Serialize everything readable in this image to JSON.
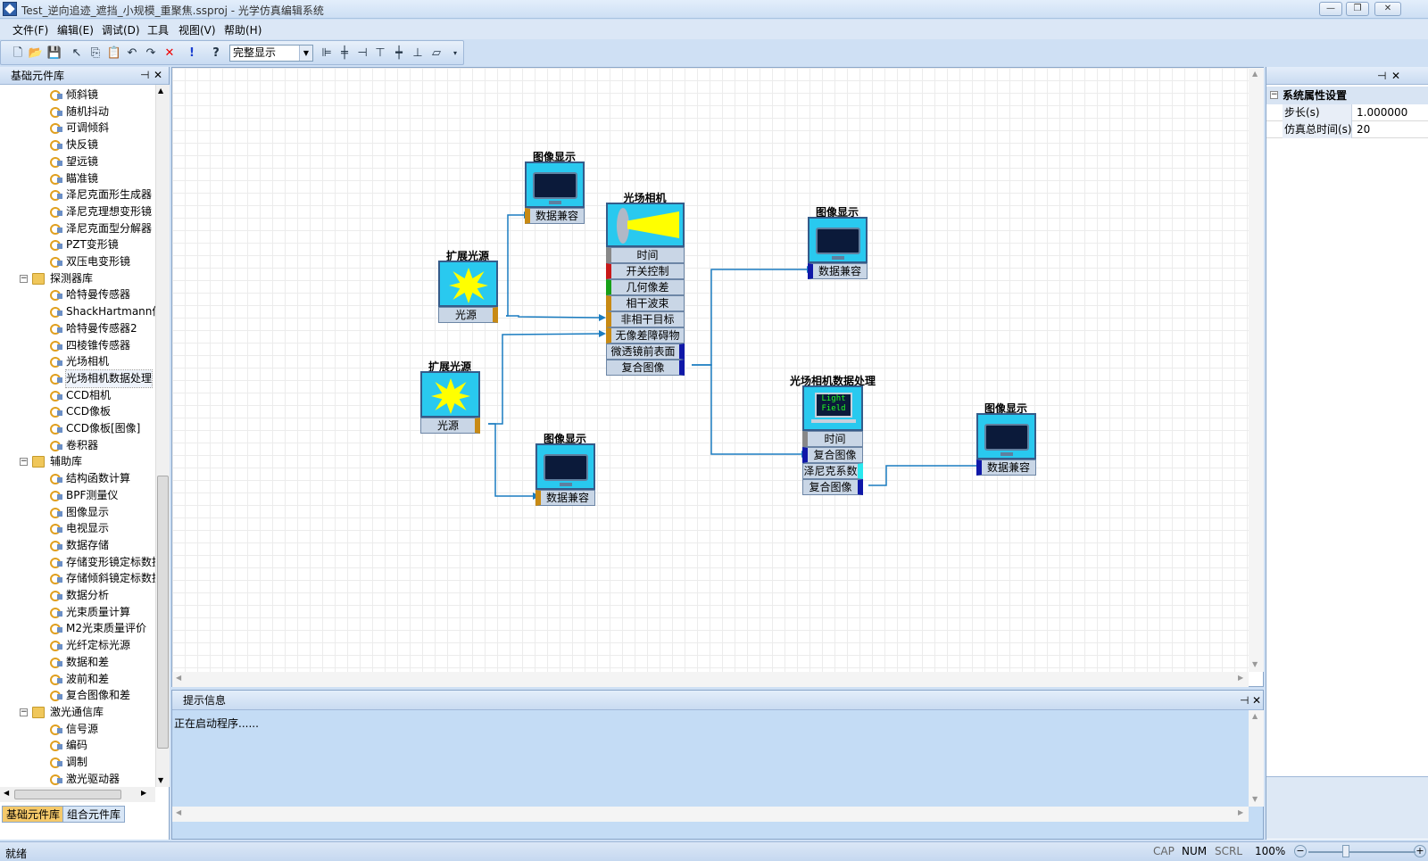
{
  "window": {
    "title": "Test_逆向追迹_遮挡_小规模_重聚焦.ssproj - 光学仿真编辑系统",
    "min": "—",
    "max": "❐",
    "close": "✕"
  },
  "menu": [
    "文件(F)",
    "编辑(E)",
    "调试(D)",
    "工具",
    "视图(V)",
    "帮助(H)"
  ],
  "toolbar": {
    "zoom_mode": "完整显示"
  },
  "left_panel": {
    "title": "基础元件库",
    "tree": [
      {
        "label": "倾斜镜",
        "type": "leaf"
      },
      {
        "label": "随机抖动",
        "type": "leaf"
      },
      {
        "label": "可调倾斜",
        "type": "leaf"
      },
      {
        "label": "快反镜",
        "type": "leaf"
      },
      {
        "label": "望远镜",
        "type": "leaf"
      },
      {
        "label": "瞄准镜",
        "type": "leaf"
      },
      {
        "label": "泽尼克面形生成器",
        "type": "leaf"
      },
      {
        "label": "泽尼克理想变形镜",
        "type": "leaf"
      },
      {
        "label": "泽尼克面型分解器",
        "type": "leaf"
      },
      {
        "label": "PZT变形镜",
        "type": "leaf"
      },
      {
        "label": "双压电变形镜",
        "type": "leaf"
      },
      {
        "label": "探测器库",
        "type": "folder"
      },
      {
        "label": "哈特曼传感器",
        "type": "leaf"
      },
      {
        "label": "ShackHartmann传",
        "type": "leaf"
      },
      {
        "label": "哈特曼传感器2",
        "type": "leaf"
      },
      {
        "label": "四棱锥传感器",
        "type": "leaf"
      },
      {
        "label": "光场相机",
        "type": "leaf"
      },
      {
        "label": "光场相机数据处理",
        "type": "leaf",
        "selected": true
      },
      {
        "label": "CCD相机",
        "type": "leaf"
      },
      {
        "label": "CCD像板",
        "type": "leaf"
      },
      {
        "label": "CCD像板[图像]",
        "type": "leaf"
      },
      {
        "label": "卷积器",
        "type": "leaf"
      },
      {
        "label": "辅助库",
        "type": "folder"
      },
      {
        "label": "结构函数计算",
        "type": "leaf"
      },
      {
        "label": "BPF测量仪",
        "type": "leaf"
      },
      {
        "label": "图像显示",
        "type": "leaf"
      },
      {
        "label": "电视显示",
        "type": "leaf"
      },
      {
        "label": "数据存储",
        "type": "leaf"
      },
      {
        "label": "存储变形镜定标数据",
        "type": "leaf"
      },
      {
        "label": "存储倾斜镜定标数据",
        "type": "leaf"
      },
      {
        "label": "数据分析",
        "type": "leaf"
      },
      {
        "label": "光束质量计算",
        "type": "leaf"
      },
      {
        "label": "M2光束质量评价",
        "type": "leaf"
      },
      {
        "label": "光纤定标光源",
        "type": "leaf"
      },
      {
        "label": "数据和差",
        "type": "leaf"
      },
      {
        "label": "波前和差",
        "type": "leaf"
      },
      {
        "label": "复合图像和差",
        "type": "leaf"
      },
      {
        "label": "激光通信库",
        "type": "folder"
      },
      {
        "label": "信号源",
        "type": "leaf"
      },
      {
        "label": "编码",
        "type": "leaf"
      },
      {
        "label": "调制",
        "type": "leaf"
      },
      {
        "label": "激光驱动器",
        "type": "leaf"
      }
    ],
    "tabs": [
      "基础元件库",
      "组合元件库"
    ]
  },
  "diagram": {
    "img1": {
      "title": "图像显示",
      "port": "数据兼容"
    },
    "img2": {
      "title": "图像显示",
      "port": "数据兼容"
    },
    "img3": {
      "title": "图像显示",
      "port": "数据兼容"
    },
    "img4": {
      "title": "图像显示",
      "port": "数据兼容"
    },
    "src1": {
      "title": "扩展光源",
      "port": "光源"
    },
    "src2": {
      "title": "扩展光源",
      "port": "光源"
    },
    "camera": {
      "title": "光场相机",
      "ports": [
        "时间",
        "开关控制",
        "几何像差",
        "相干波束",
        "非相干目标",
        "无像差障碍物",
        "微透镜前表面",
        "复合图像"
      ]
    },
    "proc": {
      "title": "光场相机数据处理",
      "screen_text": [
        "Light",
        "Field"
      ],
      "ports": [
        "时间",
        "复合图像",
        "泽尼克系数",
        "复合图像"
      ]
    }
  },
  "bottom_panel": {
    "title": "提示信息",
    "message": "正在启动程序......"
  },
  "right_panel": {
    "section": "系统属性设置",
    "props": [
      {
        "key": "步长(s)",
        "value": "1.000000"
      },
      {
        "key": "仿真总时间(s)",
        "value": "20"
      }
    ]
  },
  "status": {
    "text": "就绪",
    "cap": "CAP",
    "num": "NUM",
    "scrl": "SCRL",
    "zoom": "100%"
  },
  "colors": {
    "block": "#29c9ef",
    "wire": "#1a7cc0",
    "panel": "#c4dcf5"
  }
}
